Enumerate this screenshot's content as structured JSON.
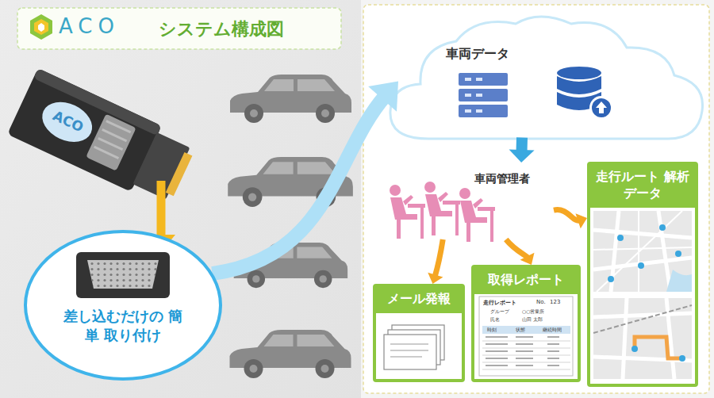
{
  "diagram": {
    "title": "システム構成図",
    "nodes": [
      {
        "text": [
          "差し込むだけの 簡単 取り付け"
        ]
      },
      {
        "text": [
          "車両データ"
        ]
      },
      {
        "text": [
          "車両管理者"
        ]
      },
      {
        "text": [
          "メール発報"
        ]
      },
      {
        "text": [
          "取得レポート"
        ]
      },
      {
        "text": [
          "走行ルート 解析データ"
        ]
      }
    ],
    "edges": [
      {
        "from": 0,
        "to": 1,
        "arrow": "to"
      },
      {
        "from": 1,
        "to": 2,
        "arrow": "to"
      },
      {
        "from": 2,
        "to": 3,
        "arrow": "to"
      },
      {
        "from": 2,
        "to": 4,
        "arrow": "to"
      },
      {
        "from": 2,
        "to": 5,
        "arrow": "to"
      }
    ],
    "labels": [
      "ACO",
      "ACO",
      "走行レポート",
      "No.",
      "123",
      "グループ",
      "○○営業所",
      "氏名",
      "山田 太郎",
      "時刻",
      "状態",
      "継続時間"
    ]
  }
}
